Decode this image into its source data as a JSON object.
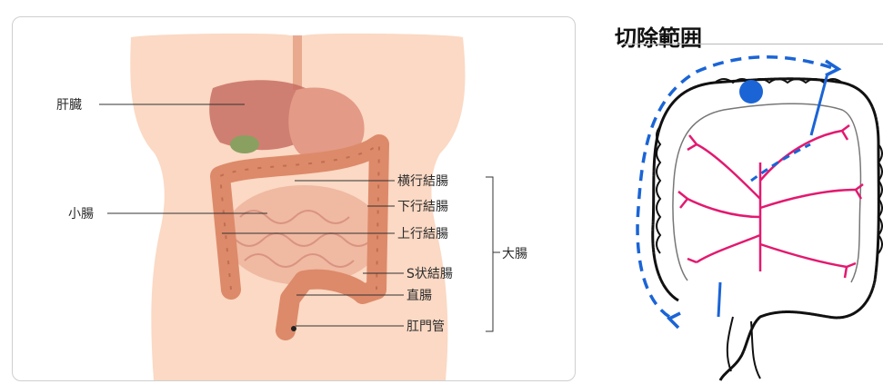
{
  "anatomy_figure": {
    "labels": {
      "liver": "肝臓",
      "small_intestine": "小腸",
      "transverse_colon": "横行結腸",
      "descending_colon": "下行結腸",
      "ascending_colon": "上行結腸",
      "large_intestine": "大腸",
      "sigmoid_colon": "S状結腸",
      "rectum": "直腸",
      "anus": "肛門管"
    }
  },
  "resection_figure": {
    "title": "切除範囲"
  },
  "colors": {
    "skin": "#fbd9c4",
    "colon": "#dd8a6a",
    "small_intestine": "#f0b9a2",
    "vessels": "#e3196f",
    "resection_marker": "#1a64d6"
  }
}
